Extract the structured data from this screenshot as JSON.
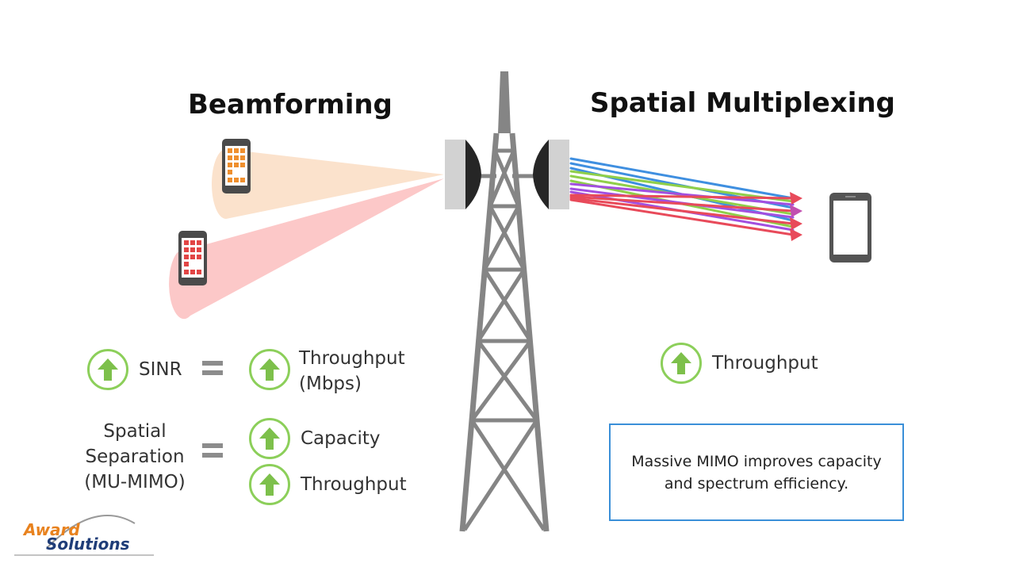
{
  "titles": {
    "left": "Beamforming",
    "right": "Spatial Multiplexing"
  },
  "beamforming": {
    "row1": {
      "left": "SINR",
      "right_line1": "Throughput",
      "right_line2": "(Mbps)"
    },
    "row2": {
      "left_line1": "Spatial",
      "left_line2": "Separation",
      "left_line3": "(MU-MIMO)",
      "right_a": "Capacity",
      "right_b": "Throughput"
    }
  },
  "multiplexing": {
    "label": "Throughput",
    "note": "Massive MIMO improves capacity and spectrum efficiency."
  },
  "logo": {
    "line1": "Award",
    "line2": "Solutions"
  },
  "colors": {
    "beam_orange": "#fbe2cc",
    "beam_red": "#fcc8c8",
    "up_ring": "#8ccf5a",
    "up_arrow": "#7dc04b",
    "tower": "#858585",
    "note_border": "#3a8fd8",
    "streams": [
      "#3f8fe0",
      "#8fcf4a",
      "#a24fe0",
      "#e84a5a"
    ]
  },
  "icons": [
    "phone-orange-icon",
    "phone-red-icon",
    "phone-icon",
    "up-arrow-icon",
    "equals-icon"
  ]
}
